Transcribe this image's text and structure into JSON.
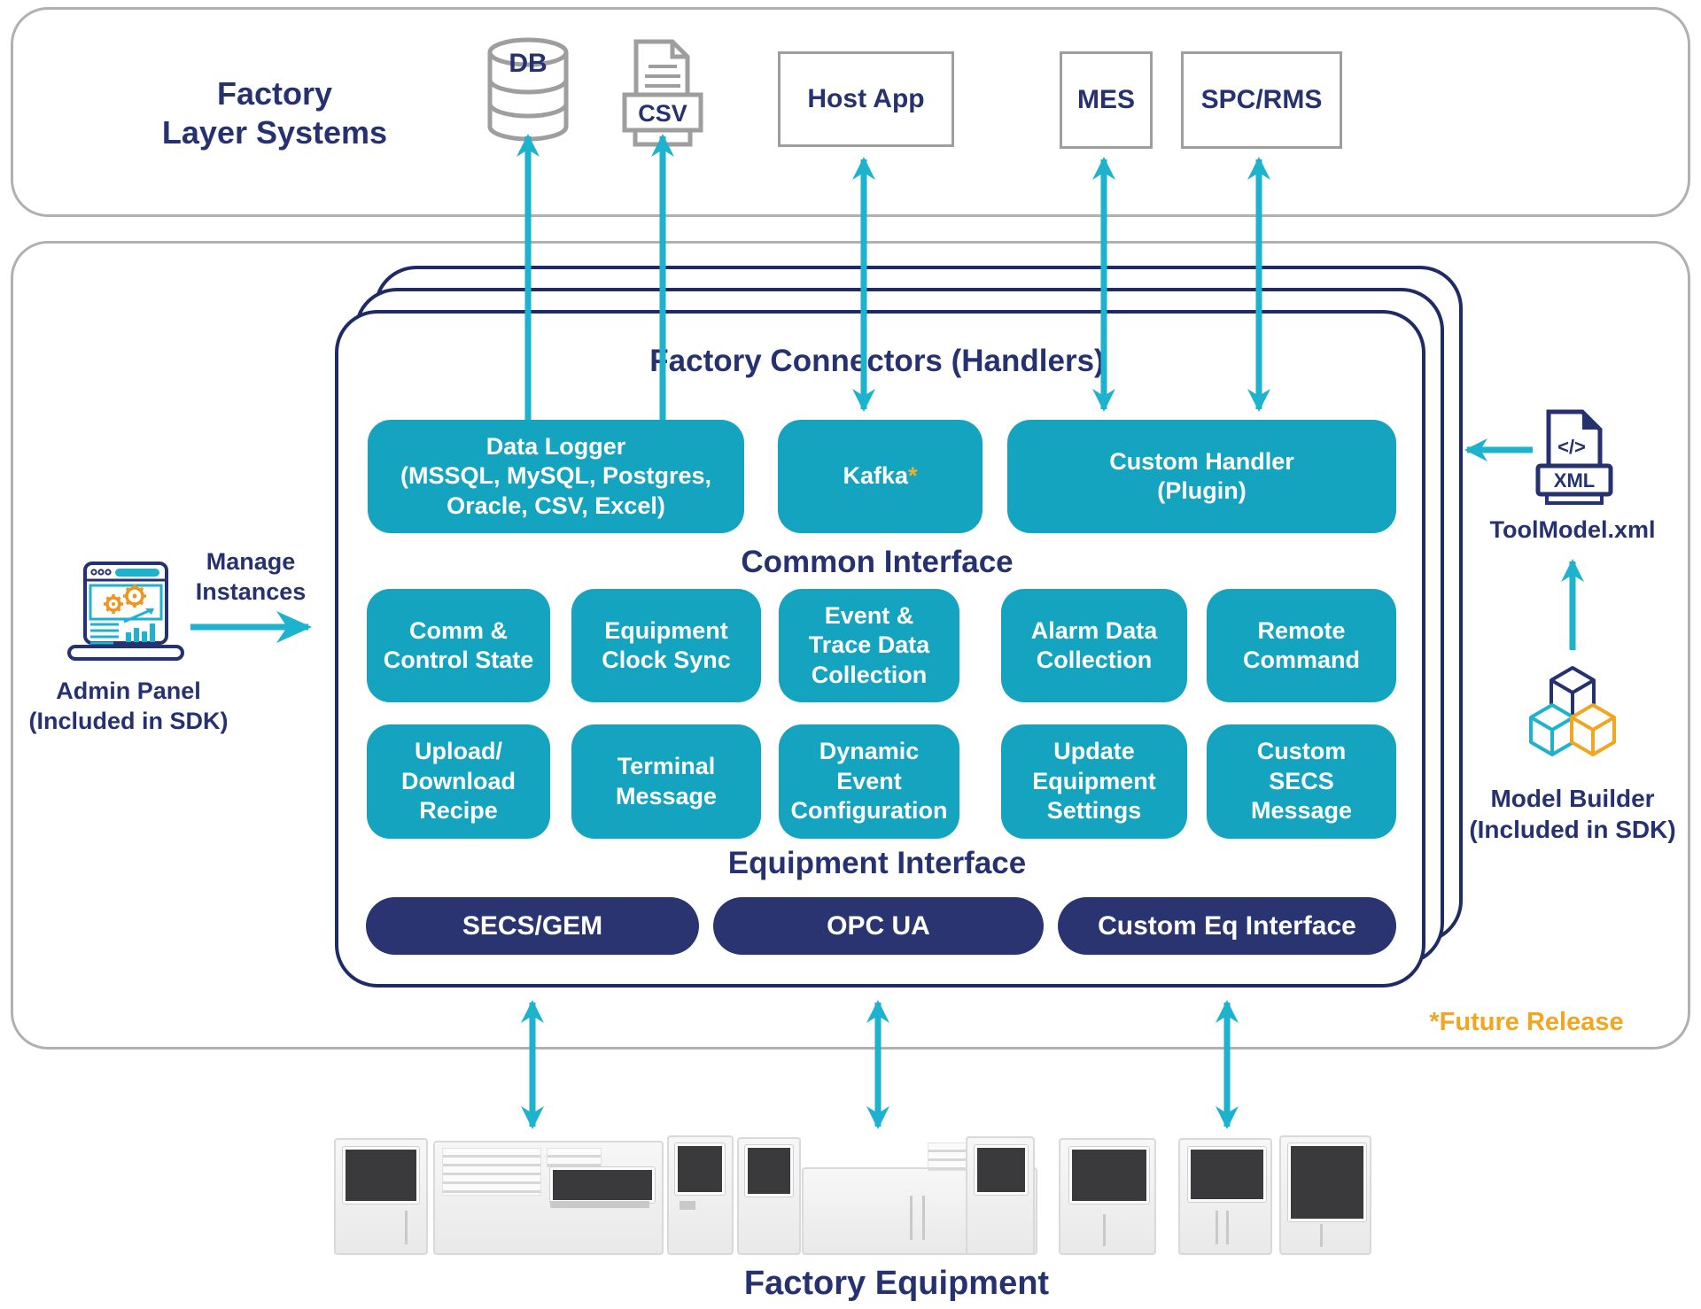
{
  "palette": {
    "navy": "#263170",
    "teal_box": "#14a4bf",
    "arrow_teal": "#1db2cd",
    "pill_navy": "#293470",
    "orange": "#f2a51f",
    "gray_border": "#b0b0b0"
  },
  "factory_layer": {
    "title": "Factory\nLayer Systems",
    "db": "DB",
    "csv": "CSV",
    "host_app": "Host App",
    "mes": "MES",
    "spc_rms": "SPC/RMS"
  },
  "connectors": {
    "title": "Factory Connectors (Handlers)",
    "data_logger": "Data Logger\n(MSSQL, MySQL, Postgres,\nOracle, CSV, Excel)",
    "kafka": "Kafka",
    "kafka_star": "*",
    "custom_handler": "Custom Handler\n(Plugin)",
    "common_interface_title": "Common Interface",
    "common_features": [
      "Comm &\nControl State",
      "Equipment\nClock Sync",
      "Event &\nTrace Data\nCollection",
      "Alarm Data\nCollection",
      "Remote\nCommand",
      "Upload/\nDownload\nRecipe",
      "Terminal\nMessage",
      "Dynamic\nEvent\nConfiguration",
      "Update\nEquipment\nSettings",
      "Custom\nSECS\nMessage"
    ],
    "equipment_interface_title": "Equipment Interface",
    "protocols": [
      "SECS/GEM",
      "OPC UA",
      "Custom Eq Interface"
    ]
  },
  "admin_panel": {
    "arrow_label": "Manage\nInstances",
    "caption": "Admin Panel\n(Included in SDK)"
  },
  "tool_model": {
    "icon_code": "</>",
    "icon_label": "XML",
    "caption": "ToolModel.xml"
  },
  "model_builder": {
    "caption": "Model Builder\n(Included in SDK)"
  },
  "footnote": "*Future Release",
  "factory_equipment_title": "Factory Equipment"
}
